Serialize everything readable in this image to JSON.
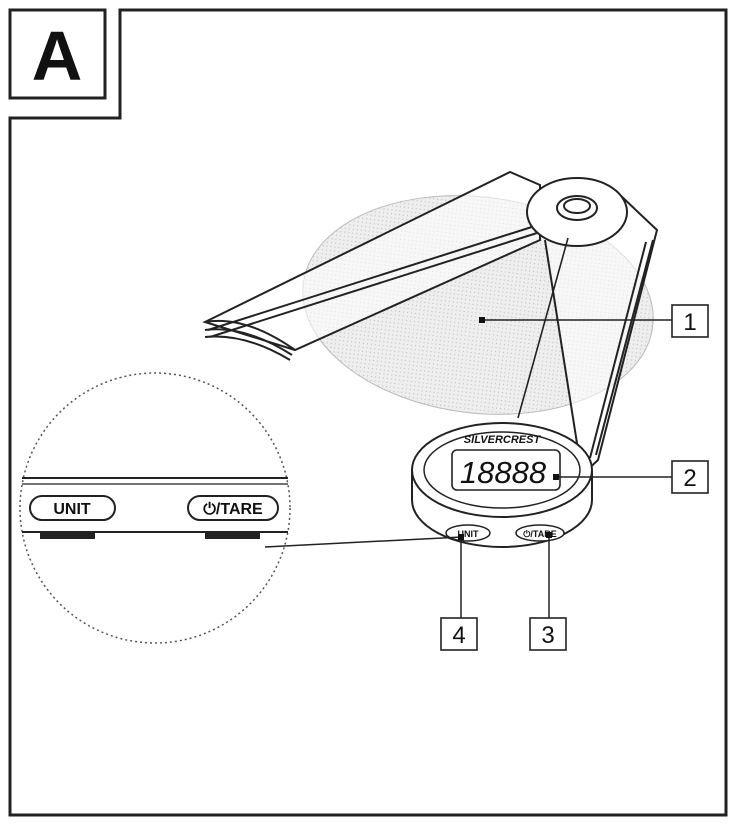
{
  "panel_label": "A",
  "callouts": [
    "1",
    "2",
    "3",
    "4"
  ],
  "display": {
    "brand": "SILVERCREST",
    "digits": "18888"
  },
  "buttons": {
    "unit": "UNIT",
    "tare": "⏻/TARE"
  }
}
